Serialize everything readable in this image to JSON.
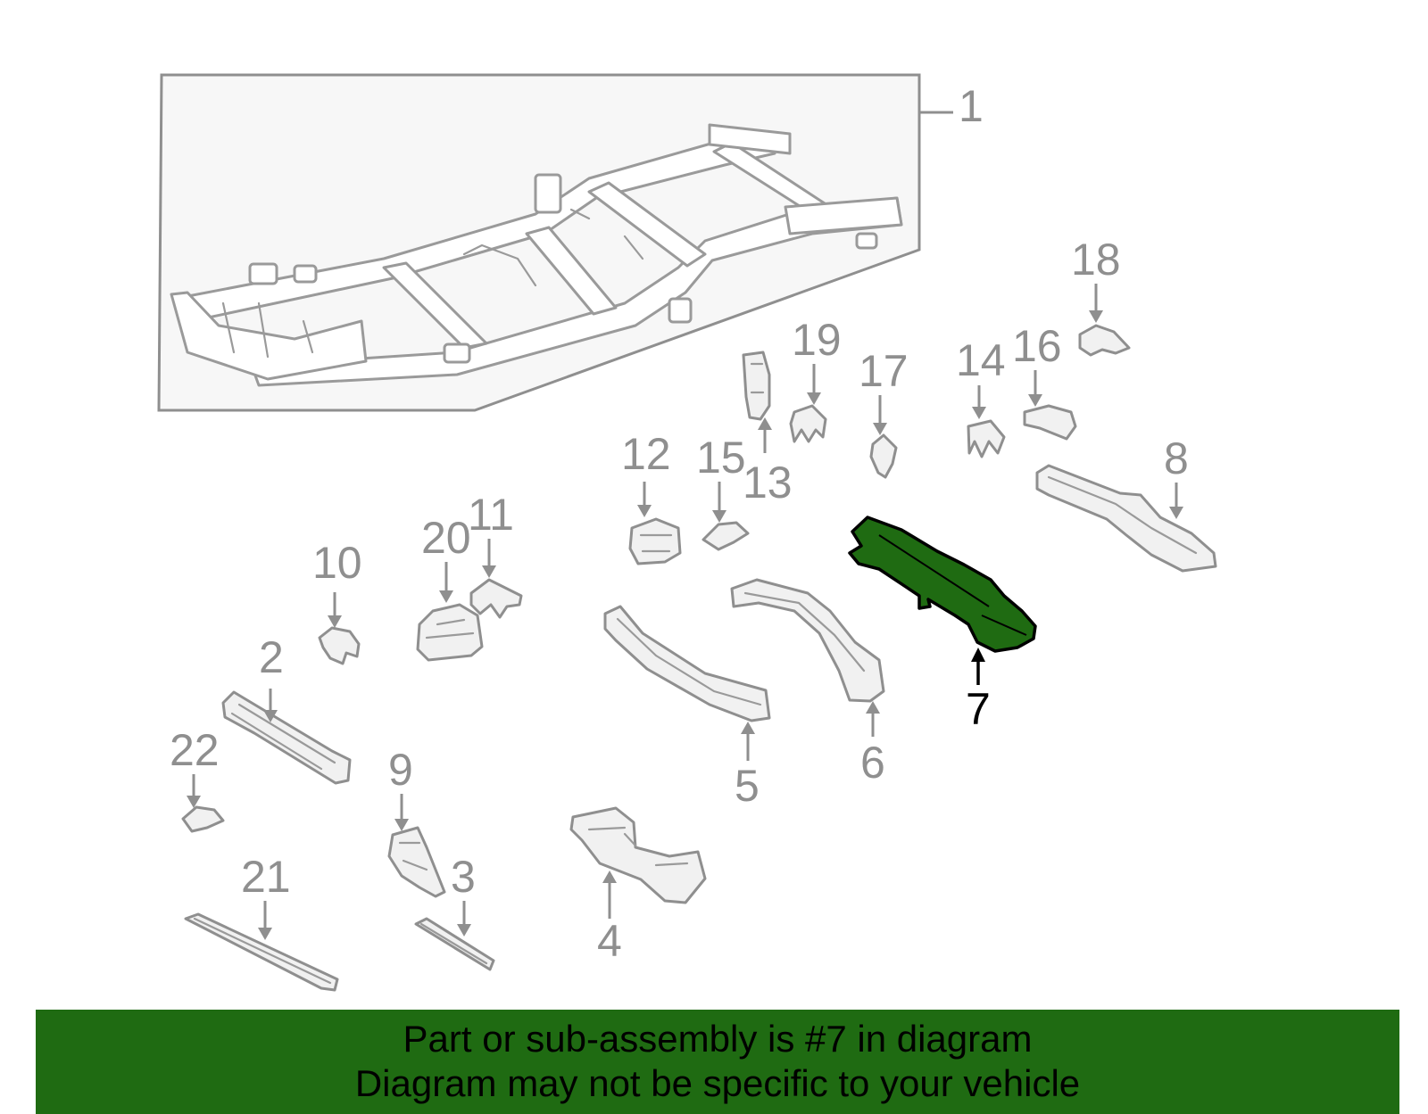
{
  "diagram": {
    "highlight_color": "#1f6b12",
    "callouts": {
      "c1": "1",
      "c2": "2",
      "c3": "3",
      "c4": "4",
      "c5": "5",
      "c6": "6",
      "c7": "7",
      "c8": "8",
      "c9": "9",
      "c10": "10",
      "c11": "11",
      "c12": "12",
      "c13": "13",
      "c14": "14",
      "c15": "15",
      "c16": "16",
      "c17": "17",
      "c18": "18",
      "c19": "19",
      "c20": "20",
      "c21": "21",
      "c22": "22"
    }
  },
  "banner": {
    "line1": "Part or sub-assembly is #7 in diagram",
    "line2": "Diagram may not be specific to your vehicle",
    "background": "#1f6b12"
  }
}
